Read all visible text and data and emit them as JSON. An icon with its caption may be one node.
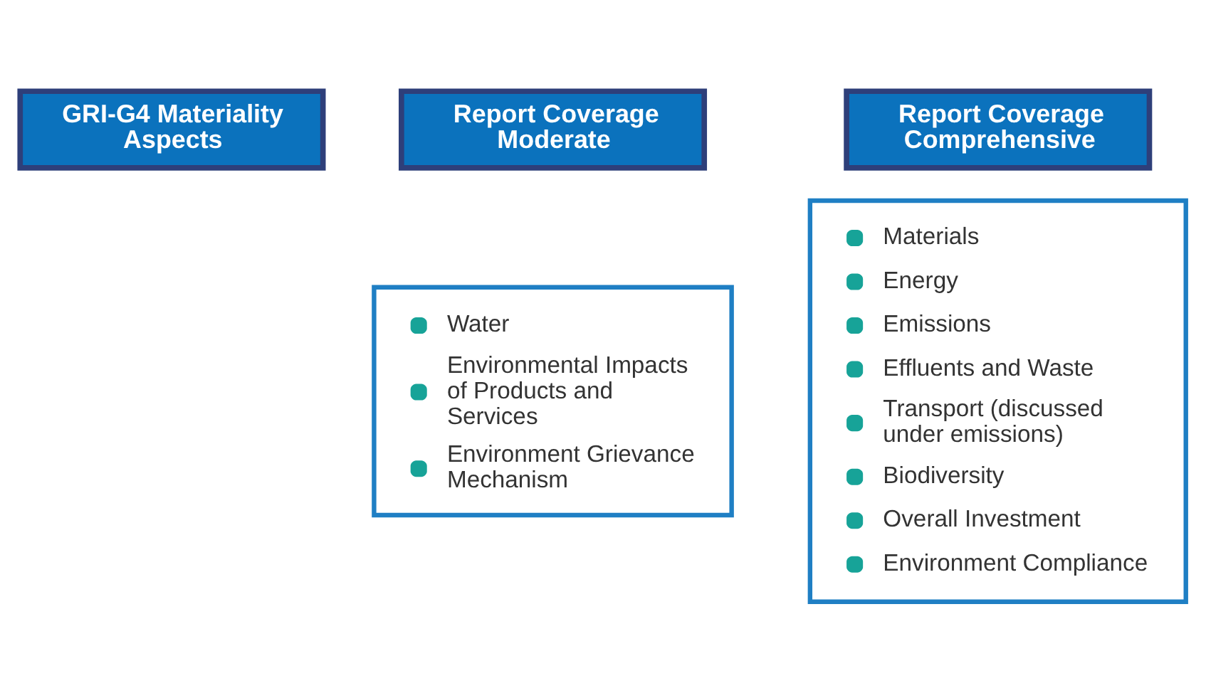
{
  "diagram": {
    "nodes": [
      {
        "text": [
          "GRI-G4 Materiality Aspects"
        ]
      },
      {
        "text": [
          "Report Coverage Moderate"
        ]
      },
      {
        "text": [
          "Water",
          "Environmental Impacts of Products and Services",
          "Environment Grievance Mechanism"
        ]
      },
      {
        "text": [
          "Report Coverage Comprehensive"
        ]
      },
      {
        "text": [
          "Materials",
          "Energy",
          "Emissions",
          "Effluents and Waste",
          "Transport (discussed under emissions)",
          "Biodiversity",
          "Overall Investment",
          "Environment Compliance"
        ]
      }
    ]
  }
}
